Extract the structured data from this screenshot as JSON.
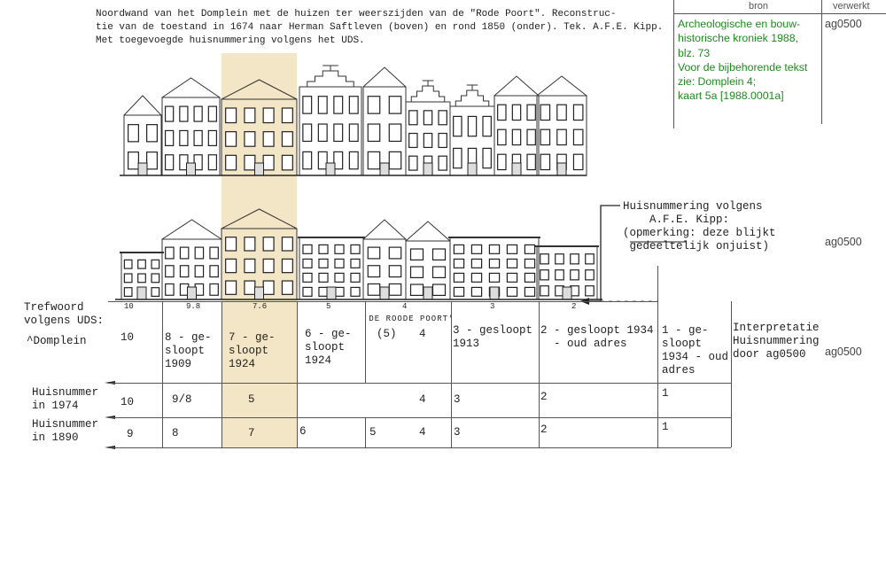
{
  "caption": "Noordwand van het Domplein met de huizen ter weerszijden van de \"Rode Poort\". Reconstruc-\ntie van de toestand in 1674 naar Herman Saftleven (boven) en rond 1850 (onder). Tek. A.F.E. Kipp.\nMet toegevoegde huisnummering volgens het UDS.",
  "header": {
    "bron": "bron",
    "verwerkt": "verwerkt"
  },
  "bron_text": "Archeologische en bouw-\nhistorische kroniek 1988,\nblz. 73\nVoor de bijbehorende tekst\nzie: Domplein 4;\nkaart 5a [1988.0001a]",
  "verwerkt": [
    "ag0500",
    "ag0500",
    "ag0500"
  ],
  "kipp_note": "Huisnummering volgens\n    A.F.E. Kipp:\n(opmerking: deze blijkt\n gedeeltelijk onjuist)",
  "kipp_note_underlined": "opmerking",
  "highlight_color": "#f3e6c6",
  "row_labels": {
    "trefwoord": "Trefwoord\nvolgens UDS:",
    "domplein": "^Domplein",
    "nr1974": "Huisnummer\nin 1974",
    "nr1890": "Huisnummer\nin 1890"
  },
  "kipp_numbers": [
    "10",
    "9.8",
    "7.6",
    "5",
    "4",
    "3",
    "2"
  ],
  "roode_poort": "'DE ROODE POORT'",
  "uds": [
    "10",
    "8 - ge-\nsloopt\n1909",
    "7 - ge-\nsloopt\n1924",
    "6 - ge-\nsloopt\n1924",
    "(5)",
    "4",
    "3 - gesloopt\n1913",
    "2 - gesloopt 1934\n  - oud adres",
    "1 - ge-\nsloopt\n1934 - oud\nadres"
  ],
  "interpretatie": "Interpretatie\nHuisnummering\ndoor ag0500",
  "nr1974": [
    "10",
    "9/8",
    "5",
    "4",
    "3",
    "2",
    "1"
  ],
  "nr1890": [
    "9",
    "8",
    "7",
    "6",
    "5",
    "4",
    "3",
    "2",
    "1"
  ]
}
